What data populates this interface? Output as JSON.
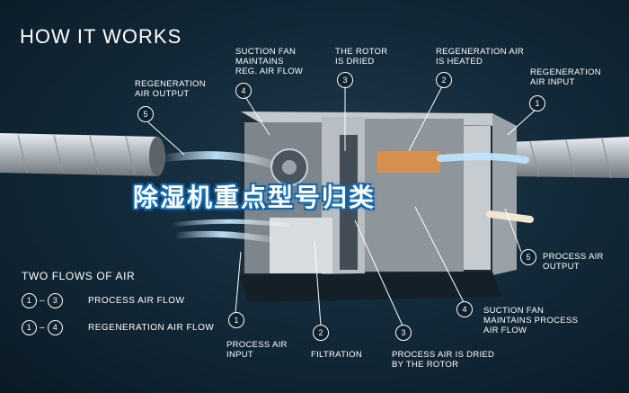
{
  "title": "HOW IT WORKS",
  "banner": "除湿机重点型号归类",
  "labels": {
    "regen_output": "REGENERATION\nAIR OUTPUT",
    "suction_fan_regen": "SUCTION FAN\nMAINTAINS\nREG. AIR FLOW",
    "rotor_dried": "THE ROTOR\nIS DRIED",
    "regen_heated": "REGENERATION AIR\nIS HEATED",
    "regen_input": "REGENERATION\nAIR INPUT",
    "process_output": "PROCESS AIR\nOUTPUT",
    "suction_fan_process": "SUCTION FAN\nMAINTAINS PROCESS\nAIR FLOW",
    "process_input": "PROCESS AIR\nINPUT",
    "filtration": "FILTRATION",
    "process_dried": "PROCESS AIR IS DRIED\nBY THE ROTOR"
  },
  "markers": {
    "m1a": "1",
    "m2a": "2",
    "m3a": "3",
    "m4a": "4",
    "m5a": "5",
    "m1b": "1",
    "m2b": "2",
    "m3b": "3",
    "m4b": "4",
    "m5b": "5"
  },
  "legend": {
    "title": "TWO FLOWS OF AIR",
    "rows": [
      {
        "from": "1",
        "to": "3",
        "label": "PROCESS AIR FLOW"
      },
      {
        "from": "1",
        "to": "4",
        "label": "REGENERATION AIR FLOW"
      }
    ]
  }
}
